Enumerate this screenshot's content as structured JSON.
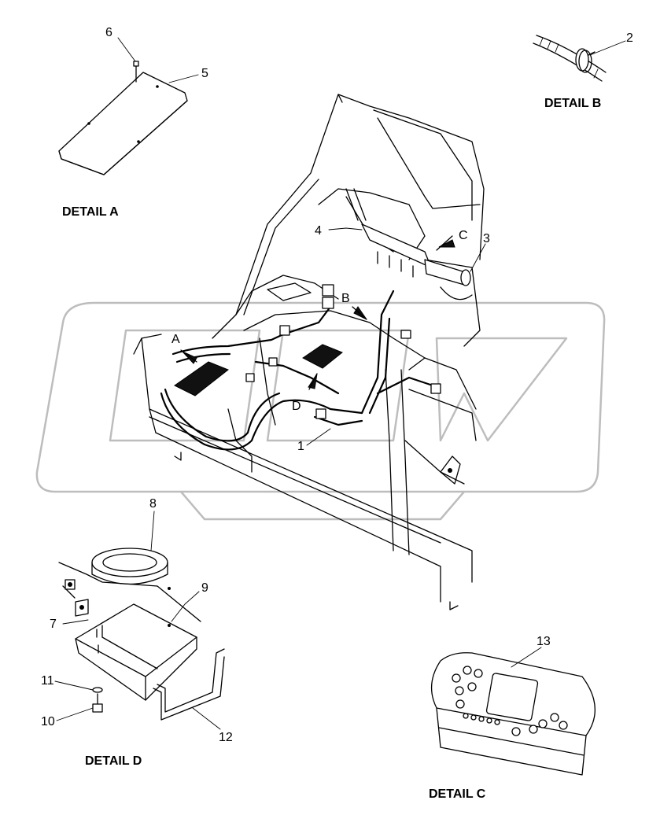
{
  "details": {
    "a": "DETAIL A",
    "b": "DETAIL B",
    "c": "DETAIL C",
    "d": "DETAIL D"
  },
  "callouts": {
    "n1": "1",
    "n2": "2",
    "n3": "3",
    "n4": "4",
    "n5": "5",
    "n6": "6",
    "n7": "7",
    "n8": "8",
    "n9": "9",
    "n10": "10",
    "n11": "11",
    "n12": "12",
    "n13": "13"
  },
  "views": {
    "a": "A",
    "b": "B",
    "c": "C",
    "d": "D"
  },
  "icons": {
    "watermark": "watermark-logo-icon",
    "arrow": "view-arrow-icon"
  }
}
